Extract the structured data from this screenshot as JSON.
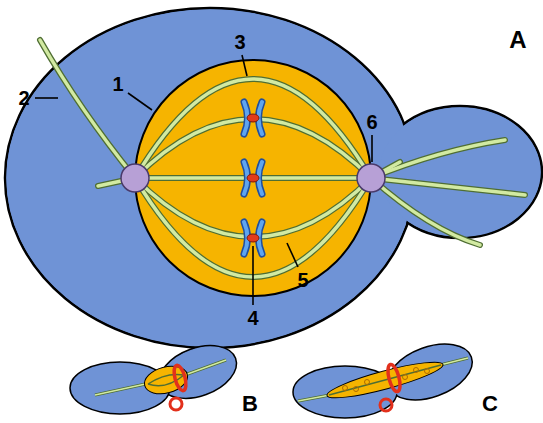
{
  "diagram": {
    "labels": [
      "A",
      "1",
      "2",
      "3",
      "4",
      "5",
      "6",
      "B",
      "C"
    ]
  }
}
